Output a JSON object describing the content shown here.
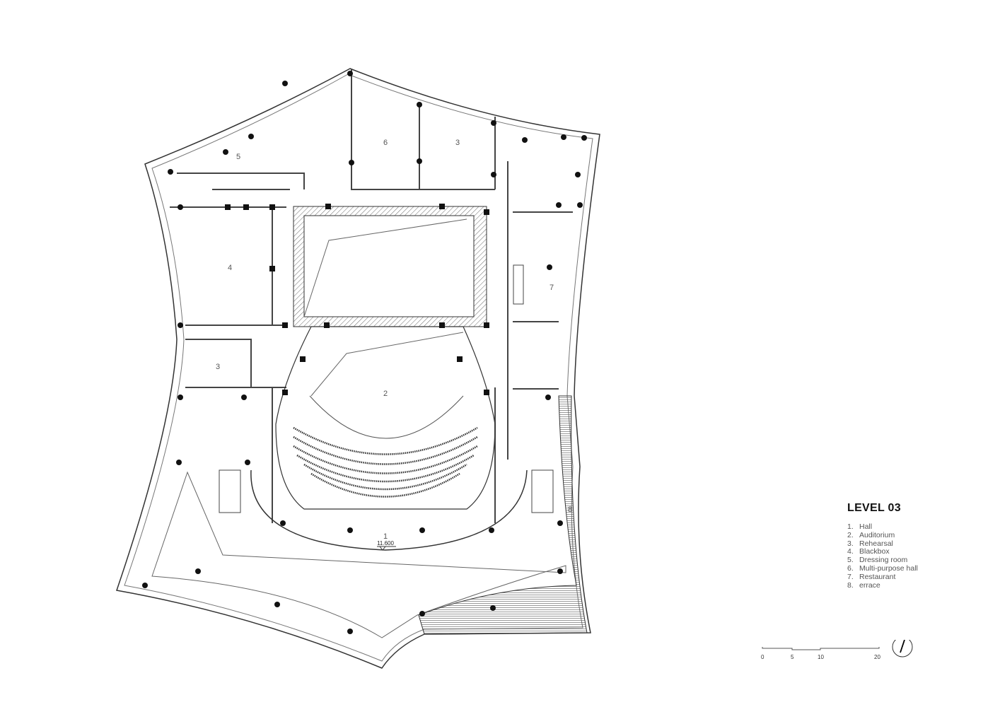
{
  "plan": {
    "title": "LEVEL 03",
    "rooms": [
      {
        "id": "hall",
        "label": "1"
      },
      {
        "id": "auditorium",
        "label": "2"
      },
      {
        "id": "rehearsal-north",
        "label": "3"
      },
      {
        "id": "rehearsal-west",
        "label": "3"
      },
      {
        "id": "blackbox",
        "label": "4"
      },
      {
        "id": "dressing-room",
        "label": "5"
      },
      {
        "id": "multi-purpose-hall",
        "label": "6"
      },
      {
        "id": "restaurant",
        "label": "7"
      },
      {
        "id": "terrace",
        "label": "8"
      }
    ],
    "elevation": "11.600"
  },
  "legend": {
    "items": [
      {
        "num": "1.",
        "label": "Hall"
      },
      {
        "num": "2.",
        "label": "Auditorium"
      },
      {
        "num": "3.",
        "label": "Rehearsal"
      },
      {
        "num": "4.",
        "label": "Blackbox"
      },
      {
        "num": "5.",
        "label": "Dressing room"
      },
      {
        "num": "6.",
        "label": "Multi-purpose hall"
      },
      {
        "num": "7.",
        "label": "Restaurant"
      },
      {
        "num": "8.",
        "label": "errace"
      }
    ]
  },
  "scale_bar": {
    "ticks": [
      "0",
      "5",
      "10",
      "20"
    ]
  }
}
